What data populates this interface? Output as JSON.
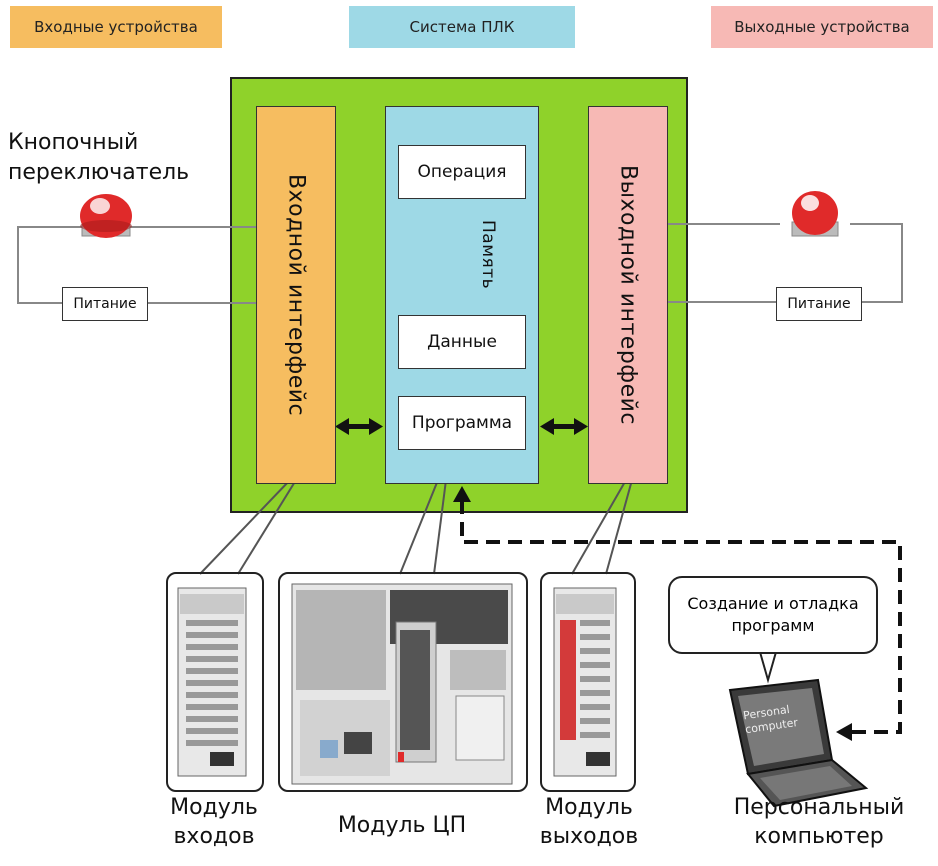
{
  "headers": {
    "input_devices": "Входные устройства",
    "plc_system": "Система ПЛК",
    "output_devices": "Выходные устройства"
  },
  "labels": {
    "push_switch": "Кнопочный переключатель",
    "power_left": "Питание",
    "power_right": "Питание",
    "input_interface": "Входной интерфейс",
    "output_interface": "Выходной интерфейс",
    "operation": "Операция",
    "memory": "Память",
    "data": "Данные",
    "program": "Программа",
    "pc_bubble": "Создание и отладка программ",
    "input_module": "Модуль входов",
    "cpu_module": "Модуль ЦП",
    "output_module": "Модуль выходов",
    "personal_computer": "Персональный компьютер",
    "laptop_screen_text": "Personal computer"
  },
  "colors": {
    "input_orange": "#f6bd60",
    "plc_blue": "#9ed9e6",
    "output_pink": "#f7b9b5",
    "green_frame": "#8fd22a",
    "lamp_red": "#e02a2a"
  }
}
